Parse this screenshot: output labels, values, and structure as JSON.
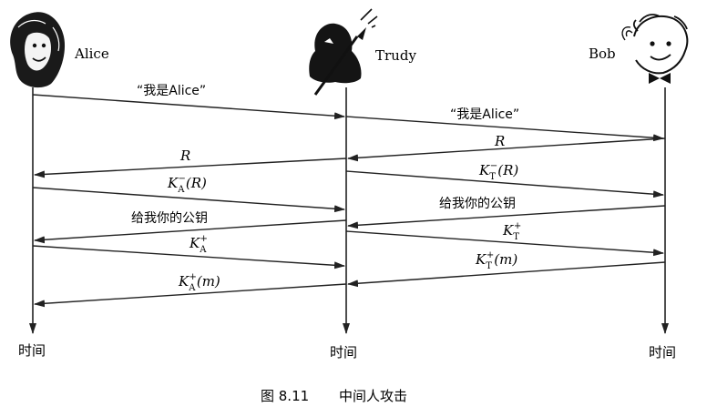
{
  "participants": {
    "alice": {
      "name": "Alice",
      "time": "时间"
    },
    "trudy": {
      "name": "Trudy",
      "time": "时间"
    },
    "bob": {
      "name": "Bob",
      "time": "时间"
    }
  },
  "messages": {
    "m1": "“我是Alice”",
    "m2": "“我是Alice”",
    "m3": "R",
    "m4": "R",
    "m5_base": "K",
    "m5_sup": "−",
    "m5_sub": "A",
    "m5_arg": "(R)",
    "m6_base": "K",
    "m6_sup": "−",
    "m6_sub": "T",
    "m6_arg": "(R)",
    "m7": "给我你的公钥",
    "m8": "给我你的公钥",
    "m9_base": "K",
    "m9_sup": "+",
    "m9_sub": "A",
    "m10_base": "K",
    "m10_sup": "+",
    "m10_sub": "T",
    "m11_base": "K",
    "m11_sup": "+",
    "m11_sub": "T",
    "m11_arg": "(m)",
    "m12_base": "K",
    "m12_sup": "+",
    "m12_sub": "A",
    "m12_arg": "(m)"
  },
  "caption": {
    "figure": "图 8.11",
    "title": "中间人攻击"
  },
  "colors": {
    "line": "#222222",
    "ink": "#111111"
  },
  "icons": {
    "alice": "alice-portrait-icon",
    "trudy": "trudy-silhouette-icon",
    "bob": "bob-portrait-icon"
  }
}
